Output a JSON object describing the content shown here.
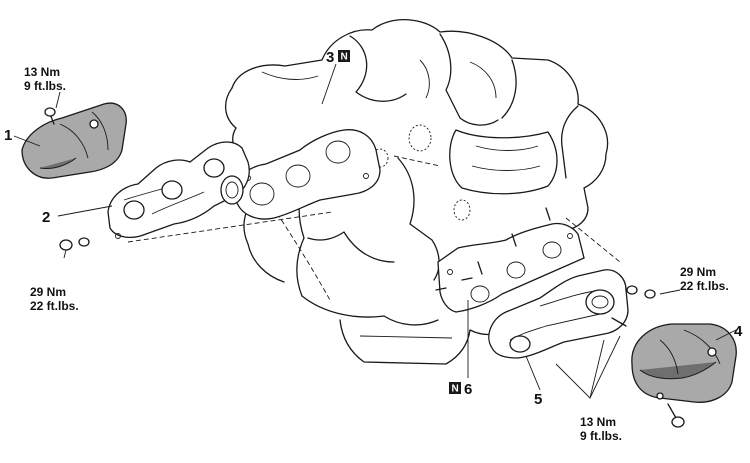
{
  "callouts": {
    "heat_protector_left": "1",
    "exhaust_manifold_left": "2",
    "gasket_left": "3",
    "heat_protector_right": "4",
    "exhaust_manifold_right": "5",
    "gasket_right": "6"
  },
  "badges": {
    "gasket_left_badge": "N",
    "gasket_right_badge": "N"
  },
  "torque_specs": {
    "top_left": {
      "nm": "13 Nm",
      "ftlbs": "9 ft.lbs."
    },
    "left_nuts": {
      "nm": "29 Nm",
      "ftlbs": "22 ft.lbs."
    },
    "right_nuts": {
      "nm": "29 Nm",
      "ftlbs": "22 ft.lbs."
    },
    "bottom_right": {
      "nm": "13 Nm",
      "ftlbs": "9 ft.lbs."
    }
  },
  "colors": {
    "line": "#1a1a1a",
    "shade": "#a9a9a9",
    "background": "#ffffff"
  }
}
